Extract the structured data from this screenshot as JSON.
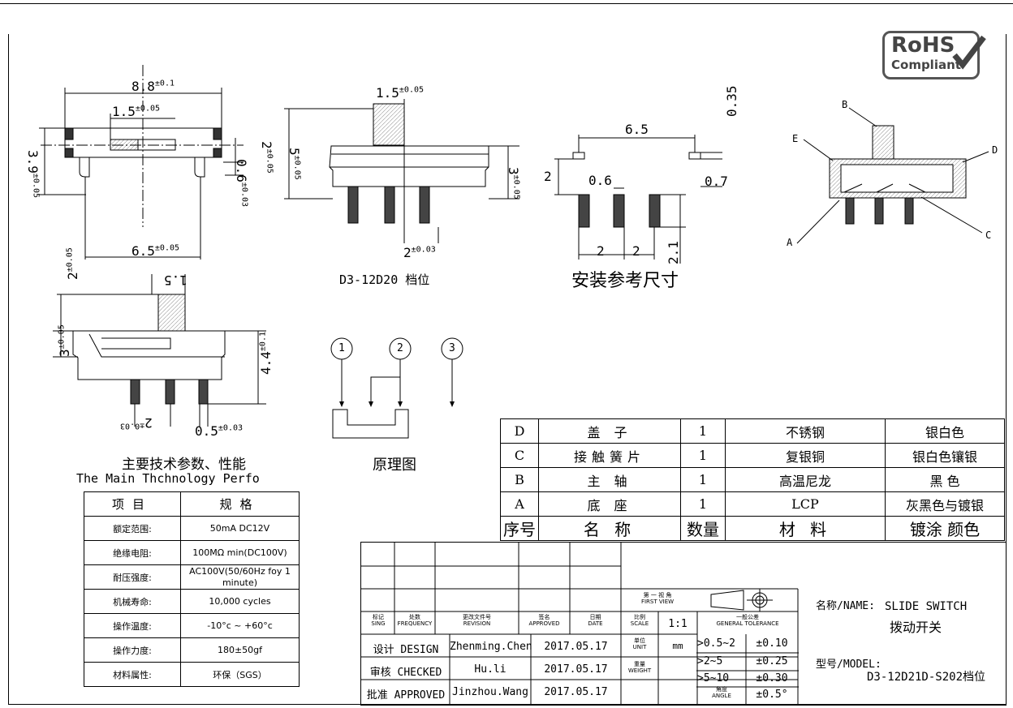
{
  "rohs": {
    "line1": "RoHS",
    "line2": "Compliant"
  },
  "dims": {
    "top_w": "8.8",
    "top_w_tol": "±0.1",
    "top_knob": "1.5",
    "top_knob_tol": "±0.05",
    "top_h": "3.9",
    "top_h_tol": "±0.05",
    "top_slot": "2",
    "top_slot_tol": "±0.05",
    "top_pin": "0.6",
    "top_pin_tol": "±0.03",
    "top_pitch_w": "6.5",
    "top_pitch_tol": "±0.05",
    "front_knob": "1.5",
    "front_knob_tol": "±0.05",
    "front_left_h": "5",
    "front_left_tol": "±0.05",
    "front_right_h": "3",
    "front_right_tol": "±0.05",
    "front_pitch": "2",
    "front_pitch_tol": "±0.03",
    "front_caption": "D3-12D20 档位",
    "pcb_w": "6.5",
    "pcb_h1": "0.35",
    "pcb_h2": "2",
    "pcb_pad": "0.6",
    "pcb_pad2": "0.7",
    "pcb_p1": "2",
    "pcb_p2": "2",
    "pcb_len": "2.1",
    "pcb_caption": "安装参考尺寸",
    "side_knob": "1.5",
    "side_knob_h": "2",
    "side_knob_tol": "±0.05",
    "side_body": "3",
    "side_body_tol": "±0.05",
    "side_total": "4.4",
    "side_total_tol": "±0.1",
    "side_pitch": "2",
    "side_pitch_tol": "±0.03",
    "side_pin": "0.5",
    "side_pin_tol": "±0.03",
    "section_labels": [
      "A",
      "B",
      "C",
      "D",
      "E"
    ]
  },
  "schematic": {
    "nodes": [
      "1",
      "2",
      "3"
    ],
    "caption": "原理图"
  },
  "spec": {
    "title_cn": "主要技术参数、性能",
    "title_en": "The Main Thchnology Perfo",
    "headers": [
      "项目",
      "规格"
    ],
    "rows": [
      [
        "额定范围:",
        "50mA DC12V"
      ],
      [
        "绝缘电阻:",
        "100MΩ min(DC100V)"
      ],
      [
        "耐压强度:",
        "AC100V(50/60Hz foy 1 minute)"
      ],
      [
        "机械寿命:",
        "10,000 cycles"
      ],
      [
        "操作温度:",
        "-10°c ~ +60°c"
      ],
      [
        "操作力度:",
        "180±50gf"
      ],
      [
        "材料属性:",
        "环保（SGS）"
      ]
    ]
  },
  "parts": {
    "rows": [
      [
        "D",
        "盖 子",
        "1",
        "不锈钢",
        "银白色"
      ],
      [
        "C",
        "接触簧片",
        "1",
        "复银铜",
        "银白色镶银"
      ],
      [
        "B",
        "主 轴",
        "1",
        "高温尼龙",
        "黑 色"
      ],
      [
        "A",
        "底 座",
        "1",
        "LCP",
        "灰黑色与镀银"
      ]
    ],
    "headers": [
      "序号",
      "名 称",
      "数量",
      "材 料",
      "镀涂 颜色"
    ]
  },
  "titleblock": {
    "rev_headers": [
      {
        "cn": "标记",
        "en": "SING"
      },
      {
        "cn": "处数",
        "en": "FREQUENCY"
      },
      {
        "cn": "更改文件号",
        "en": "REVISION"
      },
      {
        "cn": "签名",
        "en": "APPROVED"
      },
      {
        "cn": "日期",
        "en": "DATE"
      }
    ],
    "projection_cn": "第 一 视 角",
    "projection_en": "FIRST VIEW",
    "scale_cn": "比例",
    "scale_en": "SCALE",
    "scale_val": "1:1",
    "tol_cn": "一般公差",
    "tol_en": "GENERAL TOLERANCE",
    "unit_cn": "单位",
    "unit_en": "UNIT",
    "unit_val": "mm",
    "weight_cn": "重量",
    "weight_en": "WEIGHT",
    "angle_cn": "角度",
    "angle_en": "ANGLE",
    "tolerances": [
      {
        "range": ">0.5~2",
        "tol": "±0.10"
      },
      {
        "range": ">2~5",
        "tol": "±0.25"
      },
      {
        "range": ">5~10",
        "tol": "±0.30"
      },
      {
        "range": "",
        "tol": "±0.5°"
      }
    ],
    "sign_rows": [
      {
        "role": "设计 DESIGN",
        "name": "Zhenming.Chen",
        "date": "2017.05.17"
      },
      {
        "role": "审核 CHECKED",
        "name": "Hu.li",
        "date": "2017.05.17"
      },
      {
        "role": "批准 APPROVED",
        "name": "Jinzhou.Wang",
        "date": "2017.05.17"
      }
    ],
    "name_label": "名称/NAME:",
    "name_en": "SLIDE SWITCH",
    "name_cn": "拨动开关",
    "model_label": "型号/MODEL:",
    "model_val": "D3-12D21D-S202档位"
  }
}
